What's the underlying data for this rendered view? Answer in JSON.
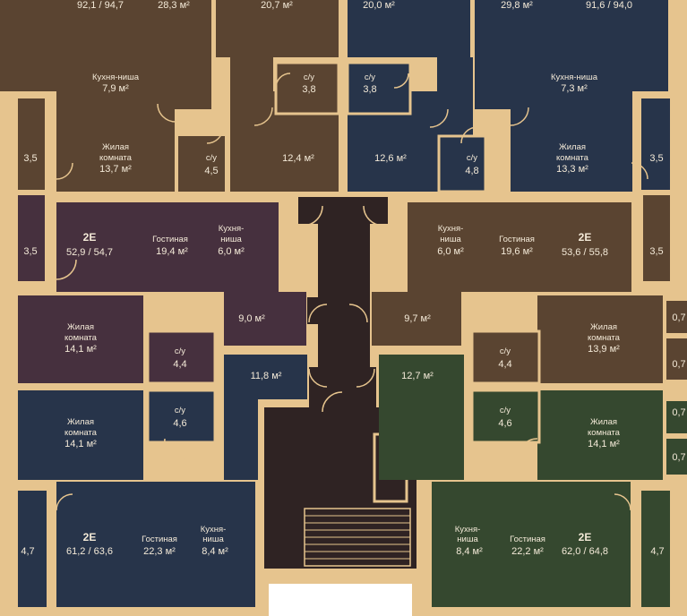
{
  "colors": {
    "wall": "#e6c48e",
    "brown": "#5a4431",
    "navy": "#27344a",
    "plum": "#46303e",
    "green": "#35482f",
    "dark_core": "#2f2323",
    "text": "#f4ead8"
  },
  "units": {
    "top_left": {
      "area": "92,1 / 94,7",
      "living": "28,3 м²",
      "kitchen": "Кухня-ниша",
      "kitchen_area": "7,9 м²",
      "bedroom_1": "Жилая",
      "bedroom_2": "комната",
      "bedroom_area": "13,7 м²",
      "bath1_label": "с/у",
      "bath1_area": "3,8",
      "bath2_label": "с/у",
      "bath2_area": "4,5",
      "room_a": "20,7 м²",
      "hall": "12,4 м²",
      "balcony": "3,5"
    },
    "top_right": {
      "area": "91,6 / 94,0",
      "living": "29,8 м²",
      "kitchen": "Кухня-ниша",
      "kitchen_area": "7,3 м²",
      "bedroom_1": "Жилая",
      "bedroom_2": "комната",
      "bedroom_area": "13,3 м²",
      "bath1_label": "с/у",
      "bath1_area": "3,8",
      "bath2_label": "с/у",
      "bath2_area": "4,8",
      "room_a": "20,0 м²",
      "hall": "12,6 м²",
      "balcony": "3,5"
    },
    "mid_left": {
      "type": "2Е",
      "area": "52,9 / 54,7",
      "living_label": "Гостиная",
      "living": "19,4 м²",
      "kitchen_1": "Кухня-",
      "kitchen_2": "ниша",
      "kitchen_area": "6,0 м²",
      "bedroom_1": "Жилая",
      "bedroom_2": "комната",
      "bedroom_area": "14,1 м²",
      "bath_label": "с/у",
      "bath_area": "4,4",
      "hall": "9,0 м²",
      "balcony": "3,5"
    },
    "mid_right": {
      "type": "2Е",
      "area": "53,6 / 55,8",
      "living_label": "Гостиная",
      "living": "19,6 м²",
      "kitchen_1": "Кухня-",
      "kitchen_2": "ниша",
      "kitchen_area": "6,0 м²",
      "bedroom_1": "Жилая",
      "bedroom_2": "комната",
      "bedroom_area": "13,9 м²",
      "bath_label": "с/у",
      "bath_area": "4,4",
      "hall": "9,7 м²",
      "balcony": "3,5",
      "balc_a": "0,7",
      "balc_b": "0,7"
    },
    "bot_left": {
      "type": "2Е",
      "area": "61,2 / 63,6",
      "living_label": "Гостиная",
      "living": "22,3 м²",
      "kitchen_1": "Кухня-",
      "kitchen_2": "ниша",
      "kitchen_area": "8,4 м²",
      "bedroom_1": "Жилая",
      "bedroom_2": "комната",
      "bedroom_area": "14,1 м²",
      "bath_label": "с/у",
      "bath_area": "4,6",
      "hall": "11,8 м²",
      "balcony": "4,7"
    },
    "bot_right": {
      "type": "2Е",
      "area": "62,0 / 64,8",
      "living_label": "Гостиная",
      "living": "22,2 м²",
      "kitchen_1": "Кухня-",
      "kitchen_2": "ниша",
      "kitchen_area": "8,4 м²",
      "bedroom_1": "Жилая",
      "bedroom_2": "комната",
      "bedroom_area": "14,1 м²",
      "bath_label": "с/у",
      "bath_area": "4,6",
      "hall": "12,7 м²",
      "balcony": "4,7",
      "balc_a": "0,7",
      "balc_b": "0,7"
    }
  }
}
